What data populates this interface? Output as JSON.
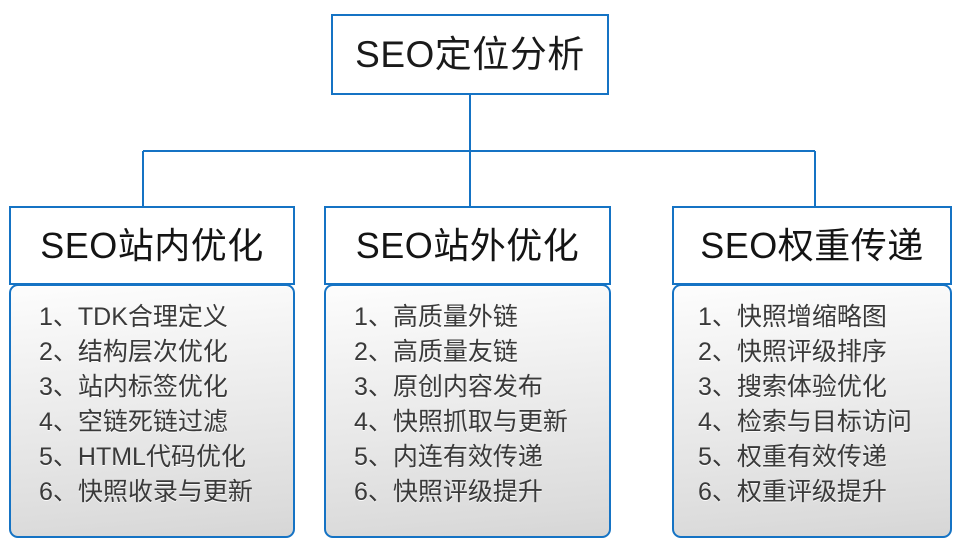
{
  "diagram": {
    "type": "organization-tree",
    "root": {
      "title": "SEO定位分析"
    },
    "colors": {
      "border_blue": "#1573c4",
      "connector_blue": "#1573c4",
      "panel_fill_top": "#fdfdfd",
      "panel_fill_bottom": "#d6d6d6",
      "header_fill": "#ffffff",
      "title_text": "#1a1a1a",
      "item_text": "#3a3a3a",
      "background": "#ffffff"
    },
    "columns": [
      {
        "header": "SEO站内优化",
        "items": [
          "1、TDK合理定义",
          "2、结构层次优化",
          "3、站内标签优化",
          "4、空链死链过滤",
          "5、HTML代码优化",
          "6、快照收录与更新"
        ]
      },
      {
        "header": "SEO站外优化",
        "items": [
          "1、高质量外链",
          "2、高质量友链",
          "3、原创内容发布",
          "4、快照抓取与更新",
          "5、内连有效传递",
          "6、快照评级提升"
        ]
      },
      {
        "header": "SEO权重传递",
        "items": [
          "1、快照增缩略图",
          "2、快照评级排序",
          "3、搜索体验优化",
          "4、检索与目标访问",
          "5、权重有效传递",
          "6、权重评级提升"
        ]
      }
    ]
  }
}
